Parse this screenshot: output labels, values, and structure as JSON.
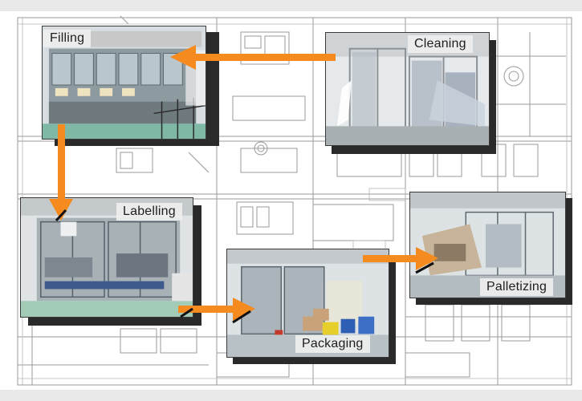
{
  "stations": {
    "filling": {
      "label": "Filling"
    },
    "cleaning": {
      "label": "Cleaning"
    },
    "labelling": {
      "label": "Labelling"
    },
    "packaging": {
      "label": "Packaging"
    },
    "palletizing": {
      "label": "Palletizing"
    }
  },
  "colors": {
    "arrow": "#f58a1f",
    "shadow": "#2a2a2a",
    "blueprint": "#9a9a9a"
  }
}
